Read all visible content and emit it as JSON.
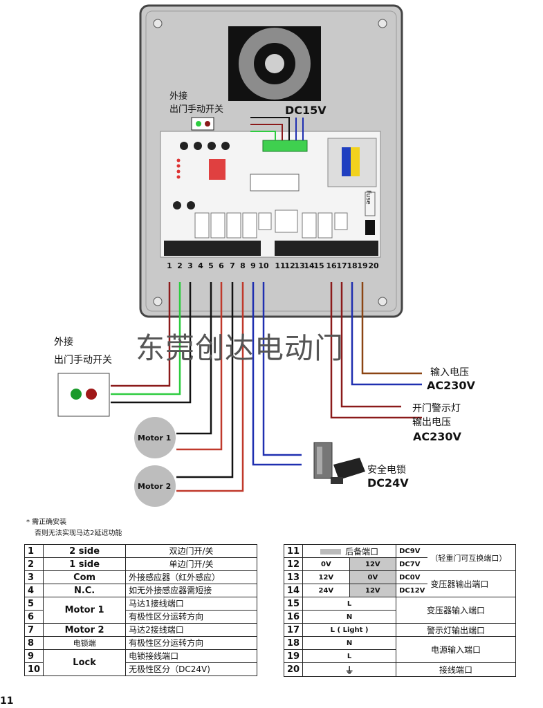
{
  "box": {
    "dc_label": "DC15V",
    "top_switch_label_line1": "外接",
    "top_switch_label_line2": "出门手动开关",
    "fuse_label": "Fuse",
    "terminal_numbers": [
      "1",
      "2",
      "3",
      "4",
      "5",
      "6",
      "7",
      "8",
      "9",
      "10",
      "11",
      "12",
      "13",
      "14",
      "15",
      "16",
      "17",
      "18",
      "19",
      "20"
    ],
    "watermark": "东莞创达电动门"
  },
  "external": {
    "switch_label_line1": "外接",
    "switch_label_line2": "出门手动开关",
    "motor1": "Motor 1",
    "motor2": "Motor 2",
    "input_voltage_label": "输入电压",
    "input_voltage_value": "AC230V",
    "warning_light_line1": "开门警示灯",
    "warning_light_line2": "输出电压",
    "warning_light_value": "AC230V",
    "lock_label": "安全电锁",
    "lock_value": "DC24V"
  },
  "notes": {
    "line1": "* 需正确安装",
    "line2": "否则无法实现马达2延迟功能"
  },
  "left_table": [
    {
      "n": "1",
      "name": "2 side",
      "desc": "双边门开/关"
    },
    {
      "n": "2",
      "name": "1 side",
      "desc": "单边门开/关"
    },
    {
      "n": "3",
      "name": "Com",
      "desc": "外接感应器（红外感应）"
    },
    {
      "n": "4",
      "name": "N.C.",
      "desc": "如无外接感应器需短接"
    },
    {
      "n": "5",
      "name": "Motor 1",
      "desc": "马达1接线端口"
    },
    {
      "n": "6",
      "name": "",
      "desc": "有极性区分运转方向"
    },
    {
      "n": "7",
      "name": "Motor 2",
      "desc": "马达2接线端口"
    },
    {
      "n": "8",
      "name": "电锁端",
      "desc": "有极性区分运转方向"
    },
    {
      "n": "9",
      "name": "Lock",
      "desc": "电锁接线端口"
    },
    {
      "n": "10",
      "name": "",
      "desc": "无极性区分（DC24V)"
    }
  ],
  "right_table": {
    "r11": {
      "n": "11",
      "mid": "后备端口",
      "volt": "DC9V"
    },
    "r12": {
      "n": "12",
      "a": "0V",
      "b": "12V",
      "volt": "DC7V"
    },
    "r13": {
      "n": "13",
      "a": "12V",
      "b": "0V",
      "volt": "DC0V"
    },
    "r14": {
      "n": "14",
      "a": "24V",
      "b": "12V",
      "volt": "DC12V"
    },
    "swap_note": "（轻重门可互换端口）",
    "transformer_out": "变压器输出端口",
    "r15": {
      "n": "15",
      "mid": "L"
    },
    "r16": {
      "n": "16",
      "mid": "N"
    },
    "transformer_in": "变压器输入端口",
    "r17": {
      "n": "17",
      "mid": "L ( Light )",
      "desc": "警示灯输出端口"
    },
    "r18": {
      "n": "18",
      "mid": "N"
    },
    "r19": {
      "n": "19",
      "mid": "L"
    },
    "power_in": "电源输入端口",
    "r20": {
      "n": "20",
      "mid": "⏚",
      "desc": "接线端口"
    }
  },
  "page_number": "11",
  "colors": {
    "brown": "#8b1a1a",
    "green": "#2ecc40",
    "black": "#111111",
    "red": "#c0392b",
    "blue": "#1f2fb0",
    "box": "#c9c9c9"
  }
}
